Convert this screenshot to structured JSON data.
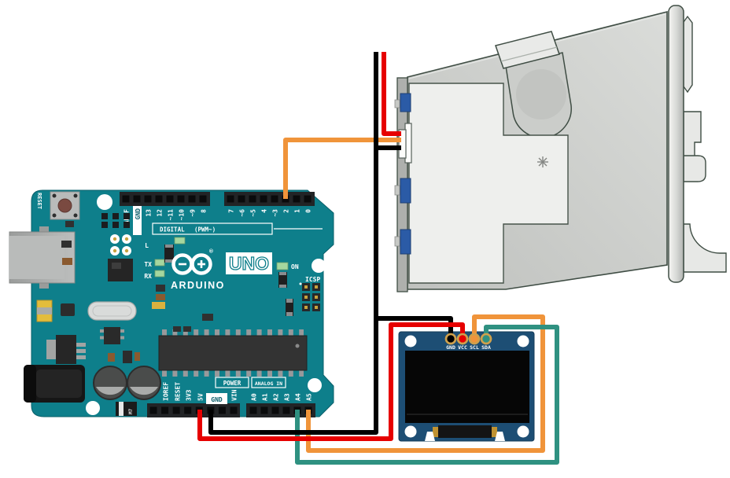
{
  "arduino": {
    "brand": "ARDUINO",
    "model": "UNO",
    "registered": "®",
    "reset_label": "RESET",
    "top_left_pins": [
      "AREF",
      "GND",
      "13",
      "12",
      "~11",
      "~10",
      "~9",
      "8"
    ],
    "top_right_pins": [
      "7",
      "~6",
      "~5",
      "4",
      "~3",
      "2",
      "1",
      "0"
    ],
    "digital_caption_left": "DIGITAL",
    "digital_caption_right": "(PWM~)",
    "led_l": "L",
    "led_tx": "TX",
    "led_rx": "RX",
    "on_label": "ON",
    "icsp_label": "ICSP",
    "power_caption": "POWER",
    "analog_caption": "ANALOG IN",
    "power_pins": [
      "IOREF",
      "RESET",
      "3V3",
      "5V",
      "VIN"
    ],
    "power_gnd": "GND",
    "analog_pins": [
      "A0",
      "A1",
      "A2",
      "A3",
      "A4",
      "A5"
    ],
    "diode_label": "M7",
    "board_color": "#0e7f8b"
  },
  "oled": {
    "pin_labels": [
      "GND",
      "VCC",
      "SCL",
      "SDA"
    ],
    "pcb_color": "#1d4e74"
  },
  "coin_acceptor": {
    "body_color": "#c9cbc8",
    "panel_color": "#eeefed",
    "connector_color": "#2b5ba6"
  },
  "wires": [
    {
      "name": "power-red",
      "color": "#e60000",
      "from": "Arduino 5V",
      "to": "OLED VCC"
    },
    {
      "name": "ground-black",
      "color": "#000000",
      "from": "Arduino GND",
      "to": "coin acceptor / OLED GND"
    },
    {
      "name": "signal-orange",
      "color": "#f0943a",
      "from": "Arduino pin 2",
      "to": "coin acceptor"
    },
    {
      "name": "scl-orange",
      "color": "#f0943a",
      "from": "Arduino A5",
      "to": "OLED SCL"
    },
    {
      "name": "sda-teal",
      "color": "#2f9181",
      "from": "Arduino A4",
      "to": "OLED SDA"
    },
    {
      "name": "acceptor-red",
      "color": "#e60000",
      "from": "off-screen top",
      "to": "coin acceptor"
    }
  ]
}
